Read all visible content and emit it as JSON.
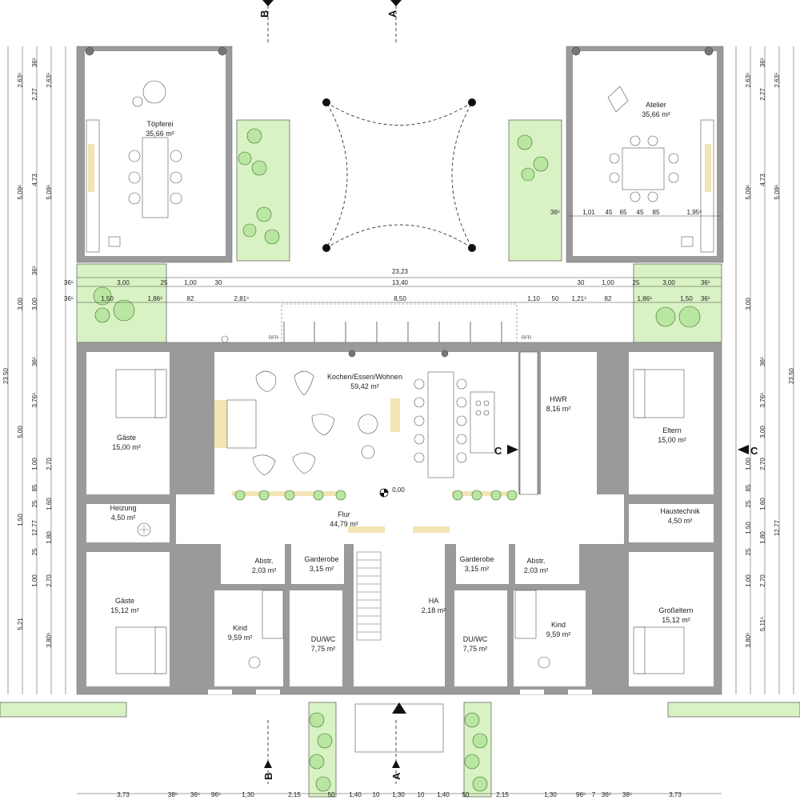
{
  "rooms": {
    "toepferei": {
      "name": "Töpferei",
      "area": "35,66 m²"
    },
    "atelier": {
      "name": "Atelier",
      "area": "35,66 m²"
    },
    "kochen": {
      "name": "Kochen/Essen/Wohnen",
      "area": "59,42 m²"
    },
    "hwr": {
      "name": "HWR",
      "area": "8,16 m²"
    },
    "gaeste1": {
      "name": "Gäste",
      "area": "15,00 m²"
    },
    "eltern": {
      "name": "Eltern",
      "area": "15,00 m²"
    },
    "heizung": {
      "name": "Heizung",
      "area": "4,50 m²"
    },
    "haustechnik": {
      "name": "Haustechnik",
      "area": "4,50 m²"
    },
    "flur": {
      "name": "Flur",
      "area": "44,79 m²"
    },
    "abstr1": {
      "name": "Abstr.",
      "area": "2,03 m²"
    },
    "abstr2": {
      "name": "Abstr.",
      "area": "2,03 m²"
    },
    "garderobe1": {
      "name": "Garderobe",
      "area": "3,15 m²"
    },
    "garderobe2": {
      "name": "Garderobe",
      "area": "3,15 m²"
    },
    "gaeste2": {
      "name": "Gäste",
      "area": "15,12 m²"
    },
    "grosseltern": {
      "name": "Großeltern",
      "area": "15,12 m²"
    },
    "kind1": {
      "name": "Kind",
      "area": "9,59 m²"
    },
    "kind2": {
      "name": "Kind",
      "area": "9,59 m²"
    },
    "duwc1": {
      "name": "DU/WC",
      "area": "7,75 m²"
    },
    "duwc2": {
      "name": "DU/WC",
      "area": "7,75 m²"
    },
    "ha": {
      "name": "HA",
      "area": "2,18 m²"
    }
  },
  "level_marker": "0,00",
  "rfr_label": "RFR",
  "section_labels": {
    "a": "A",
    "b": "B",
    "c": "C"
  },
  "dims": {
    "total_width": "23,23",
    "total_height": "23,50",
    "row1": [
      "36⁵",
      "3,00",
      "25",
      "1,00",
      "30",
      "13,40",
      "30",
      "1,00",
      "25",
      "3,00",
      "36⁵"
    ],
    "row2": [
      "36⁵",
      "1,50",
      "1,86⁵",
      "82",
      "2,81⁵",
      "8,50",
      "1,10",
      "50",
      "1,21⁵",
      "82",
      "1,86⁵",
      "1,50",
      "36⁵"
    ],
    "atelier_row": [
      "36⁵",
      "1,01",
      "45",
      "65",
      "45",
      "85",
      "1,95⁵"
    ],
    "bottom_row": [
      "3,73",
      "38⁵",
      "36⁵",
      "96⁵",
      "1,30",
      "2,15",
      "50",
      "1,40",
      "10",
      "1,30",
      "10",
      "1,40",
      "50",
      "2,15",
      "1,30",
      "96⁵",
      "7",
      "36⁵",
      "38⁵",
      "3,73"
    ],
    "left_outer": [
      "2,63⁵",
      "5,09⁵",
      "3,00",
      "5,00",
      "12,77"
    ],
    "left_inner": [
      "36⁵",
      "2,27",
      "4,73",
      "36⁵",
      "3,00",
      "36⁵",
      "3,76⁵",
      "1,00",
      "85",
      "25",
      "1,50",
      "25",
      "1,00",
      "5,21",
      "3,80⁵"
    ],
    "left_extra": [
      "2,63⁵",
      "5,09⁵",
      "2,70",
      "1,60",
      "1,80",
      "2,70"
    ],
    "right_outer": [
      "2,63⁵",
      "5,09⁵",
      "3,00",
      "3,00",
      "12,77",
      "23,50"
    ],
    "right_inner": [
      "36⁵",
      "2,27",
      "4,73",
      "36⁵",
      "3,76⁵",
      "1,00",
      "85",
      "25",
      "1,50",
      "25",
      "1,00",
      "5,11⁵",
      "3,80⁵"
    ],
    "right_extra": [
      "2,63⁵",
      "5,09⁵",
      "2,70",
      "1,60",
      "1,80",
      "2,70"
    ]
  }
}
